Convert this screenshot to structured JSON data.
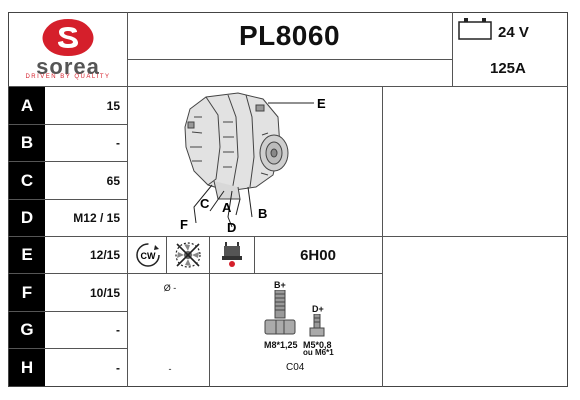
{
  "brand": {
    "name": "sorea",
    "tagline": "DRIVEN BY QUALITY",
    "color": "#d51f2b"
  },
  "header": {
    "part_number": "PL8060",
    "voltage": "24 V",
    "amperage": "125A"
  },
  "specs": [
    {
      "letter": "A",
      "value": "15"
    },
    {
      "letter": "B",
      "value": "-"
    },
    {
      "letter": "C",
      "value": "65"
    },
    {
      "letter": "D",
      "value": "M12 / 15"
    },
    {
      "letter": "E",
      "value": "12/15"
    },
    {
      "letter": "F",
      "value": "10/15"
    },
    {
      "letter": "G",
      "value": "-"
    },
    {
      "letter": "H",
      "value": "-"
    }
  ],
  "diagram": {
    "labels": {
      "a": "A",
      "b": "B",
      "c": "C",
      "d": "D",
      "e": "E",
      "f": "F"
    }
  },
  "icons_row": {
    "rotation": "CW",
    "regulator": "6H00"
  },
  "pulley": {
    "diameter": "Ø -",
    "extra": "-"
  },
  "terminals": {
    "b_plus": "B+",
    "b_plus_thread": "M8*1,25",
    "d_plus": "D+",
    "d_plus_thread": "M5*0,8",
    "d_plus_alt": "ou M6*1",
    "code": "C04"
  }
}
